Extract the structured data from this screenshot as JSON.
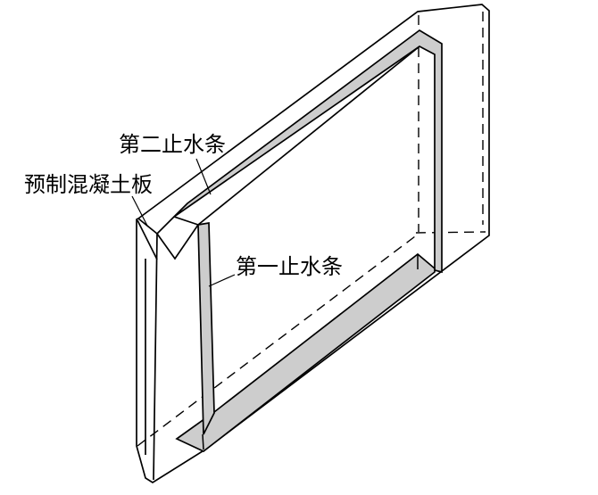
{
  "diagram": {
    "labels": {
      "second_waterstop": "第二止水条",
      "precast_concrete_panel": "预制混凝土板",
      "first_waterstop": "第一止水条"
    },
    "colors": {
      "line": "#000000",
      "waterstop_fill": "#cdcdcd",
      "background": "#ffffff"
    }
  }
}
